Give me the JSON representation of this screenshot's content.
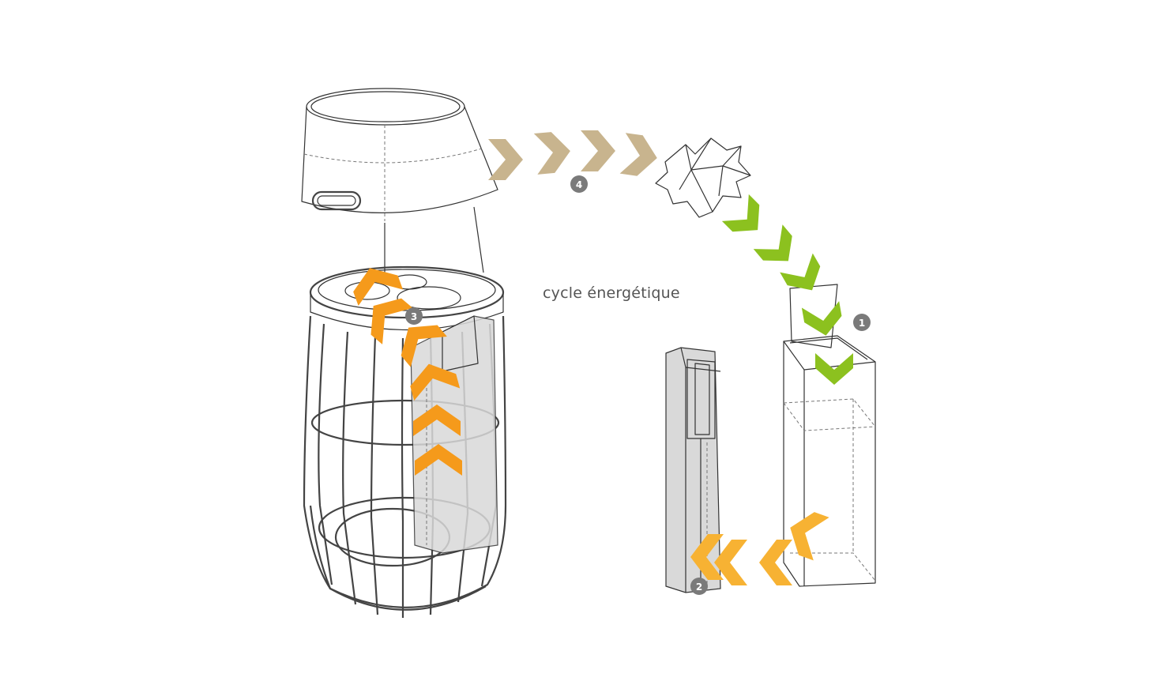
{
  "caption": "cycle énergétique",
  "steps": [
    {
      "number": "1",
      "color": "#8cc11f",
      "direction": "down"
    },
    {
      "number": "2",
      "color": "#f7b233",
      "direction": "left"
    },
    {
      "number": "3",
      "color": "#f59a1b",
      "direction": "up"
    },
    {
      "number": "4",
      "color": "#c8b48e",
      "direction": "right"
    }
  ],
  "colors": {
    "line": "#333333",
    "panel": "#d9d9d9",
    "badge": "#7a7a7a"
  }
}
